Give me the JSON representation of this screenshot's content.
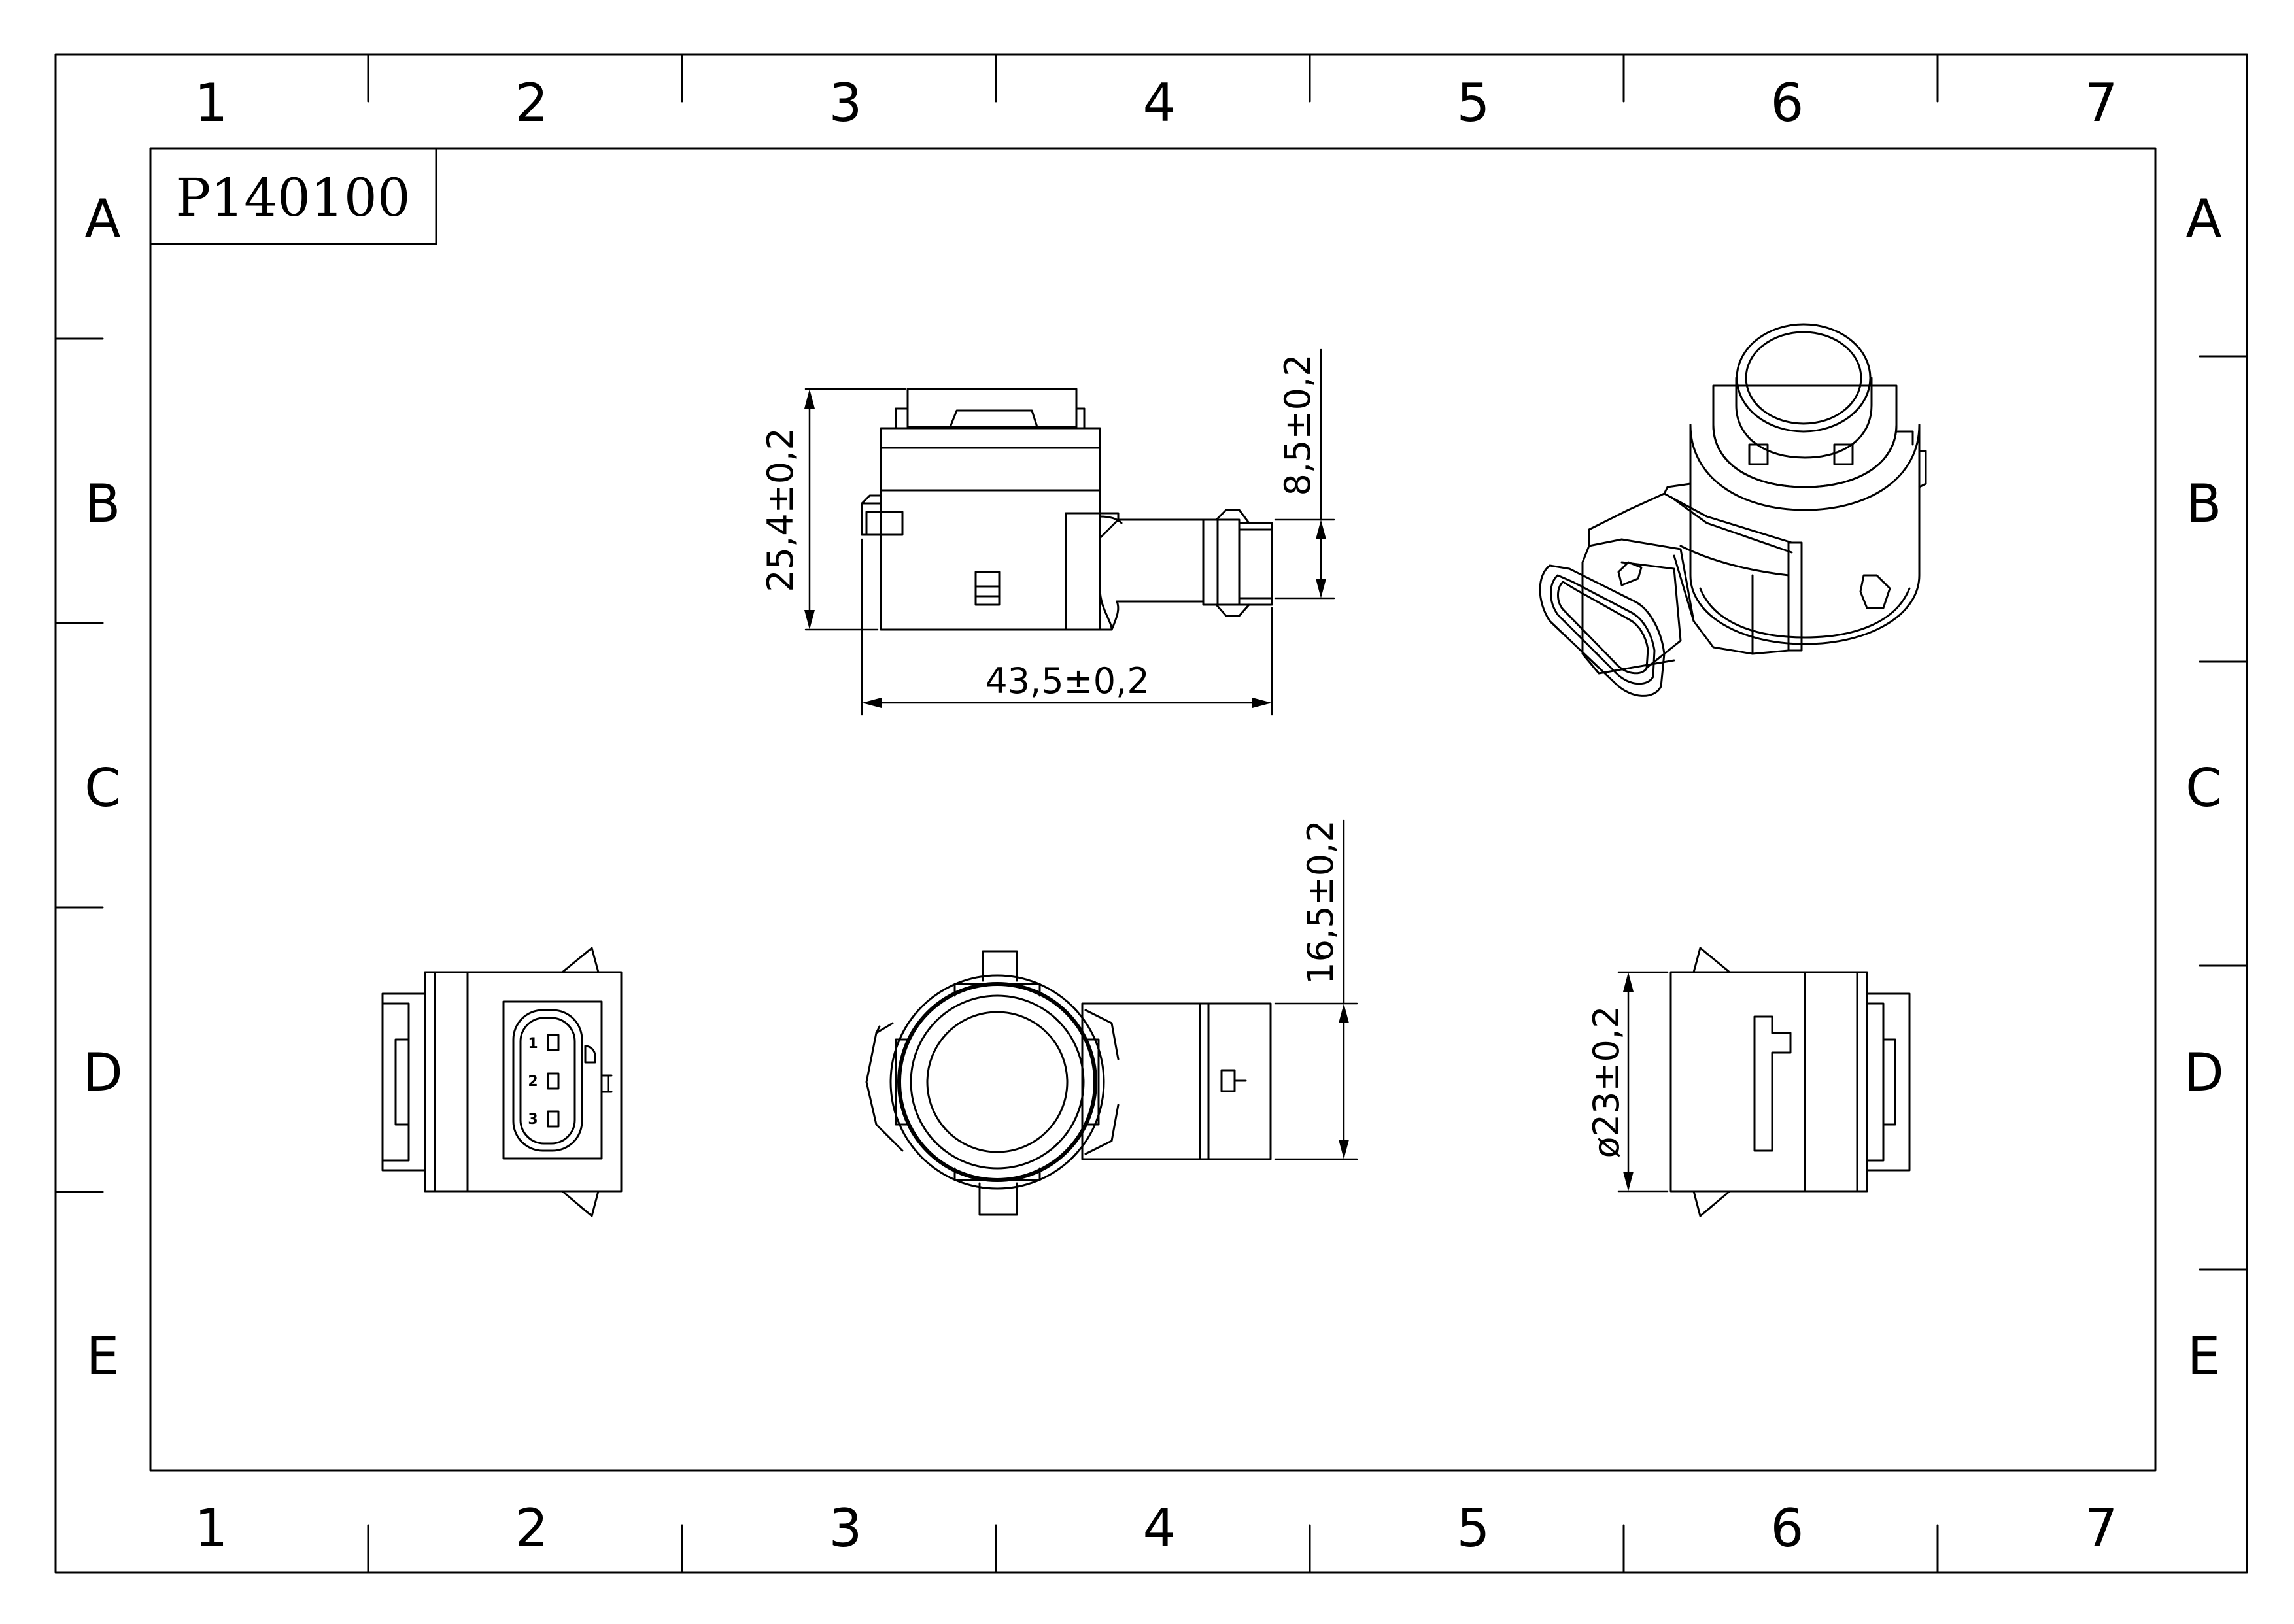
{
  "title_block": {
    "part_number": "P140100"
  },
  "grid": {
    "columns": [
      "1",
      "2",
      "3",
      "4",
      "5",
      "6",
      "7"
    ],
    "rows": [
      "A",
      "B",
      "C",
      "D",
      "E"
    ]
  },
  "dimensions": {
    "height": "25,4±0,2",
    "connector_offset": "8,5±0,2",
    "length": "43,5±0,2",
    "front_offset": "16,5±0,2",
    "diameter": "ø23±0,2"
  },
  "connector_pins": [
    "1",
    "2",
    "3"
  ],
  "colors": {
    "line": "#000000",
    "background": "#ffffff"
  }
}
